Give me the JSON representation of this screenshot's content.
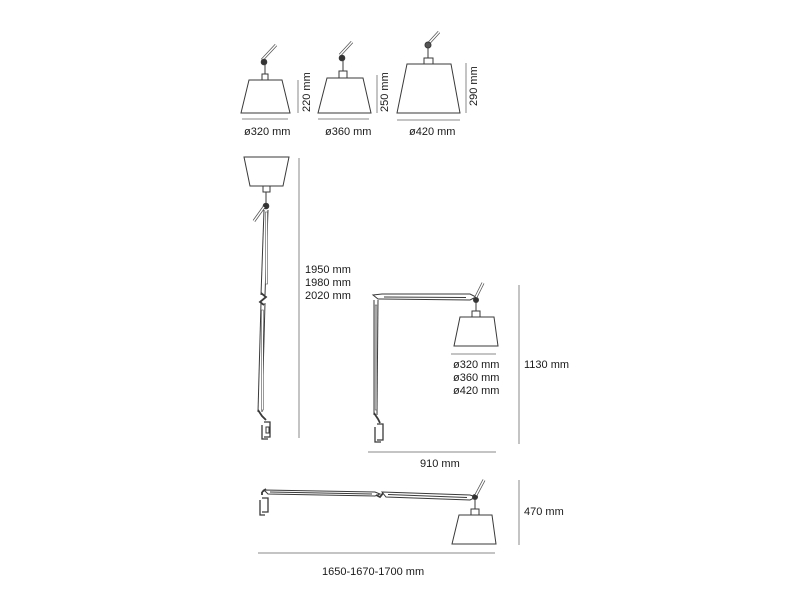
{
  "diagram": {
    "subject": "Pendant/clamp lamp dimension drawing",
    "line_color": "#3a3a3a",
    "dimension_line_color": "#8a8a8a",
    "text_color": "#1a1a1a",
    "shades": [
      {
        "diameter_label": "ø320 mm",
        "height_label": "220 mm"
      },
      {
        "diameter_label": "ø360 mm",
        "height_label": "250 mm"
      },
      {
        "diameter_label": "ø420 mm",
        "height_label": "290 mm"
      }
    ],
    "vertical_view": {
      "height_labels": [
        "1950 mm",
        "1980 mm",
        "2020 mm"
      ]
    },
    "table_view": {
      "height_label": "1130 mm",
      "reach_label": "910 mm",
      "shade_diameters": [
        "ø320 mm",
        "ø360 mm",
        "ø420 mm"
      ]
    },
    "extended_view": {
      "height_label": "470 mm",
      "reach_label": "1650-1670-1700 mm"
    }
  }
}
